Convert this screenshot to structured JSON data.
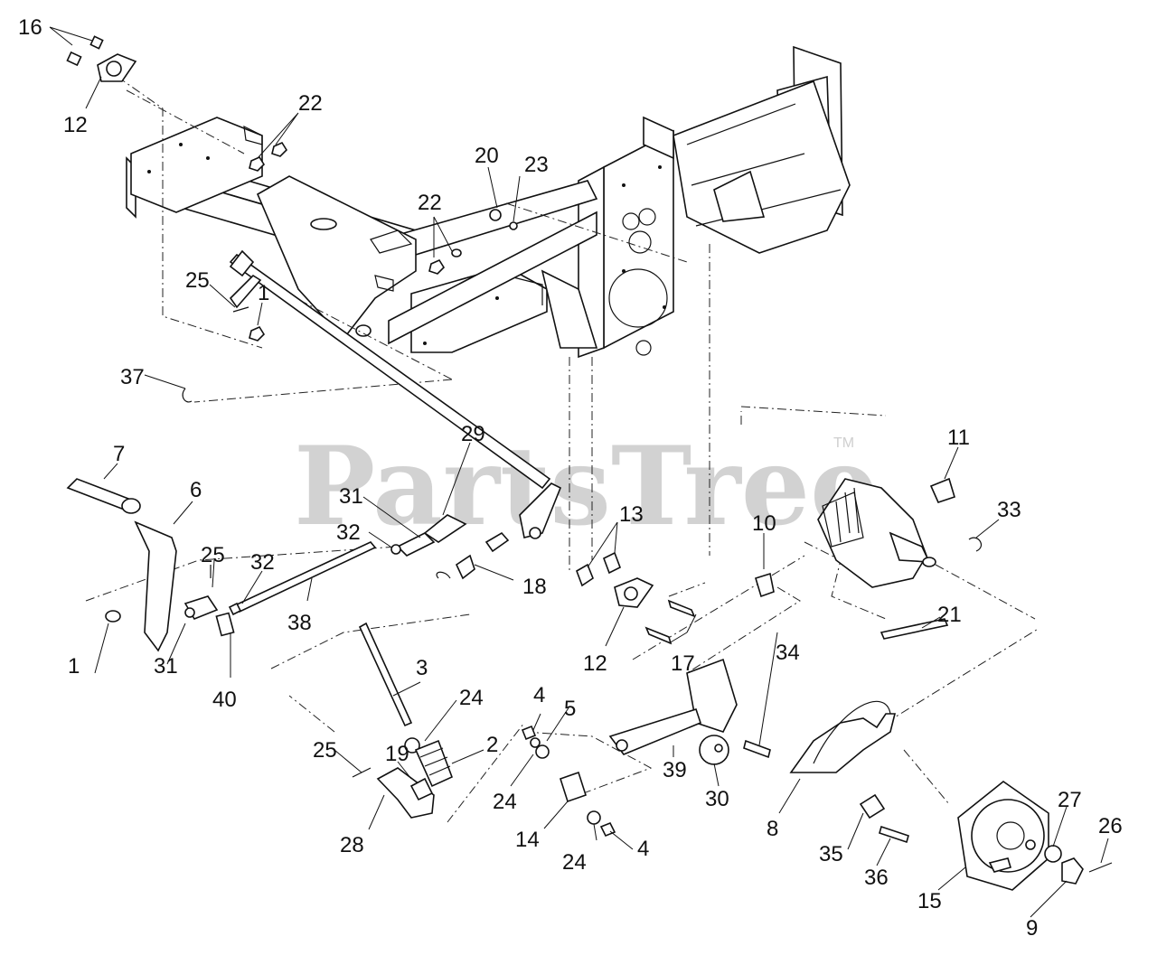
{
  "watermark": {
    "text": "PartsTree",
    "trademark": "TM"
  },
  "colors": {
    "line": "#111111",
    "watermark": "#d2d2d2",
    "background": "#ffffff"
  },
  "callouts": [
    {
      "id": "c16",
      "text": "16"
    },
    {
      "id": "c12a",
      "text": "12"
    },
    {
      "id": "c22a",
      "text": "22"
    },
    {
      "id": "c20",
      "text": "20"
    },
    {
      "id": "c23",
      "text": "23"
    },
    {
      "id": "c22b",
      "text": "22"
    },
    {
      "id": "c25a",
      "text": "25"
    },
    {
      "id": "c1a",
      "text": "1"
    },
    {
      "id": "c37",
      "text": "37"
    },
    {
      "id": "c7",
      "text": "7"
    },
    {
      "id": "c6",
      "text": "6"
    },
    {
      "id": "c29",
      "text": "29"
    },
    {
      "id": "c31a",
      "text": "31"
    },
    {
      "id": "c32a",
      "text": "32"
    },
    {
      "id": "c25b",
      "text": "25"
    },
    {
      "id": "c32b",
      "text": "32"
    },
    {
      "id": "c18",
      "text": "18"
    },
    {
      "id": "c13",
      "text": "13"
    },
    {
      "id": "c10",
      "text": "10"
    },
    {
      "id": "c11",
      "text": "11"
    },
    {
      "id": "c33",
      "text": "33"
    },
    {
      "id": "c38",
      "text": "38"
    },
    {
      "id": "c1b",
      "text": "1"
    },
    {
      "id": "c31b",
      "text": "31"
    },
    {
      "id": "c40",
      "text": "40"
    },
    {
      "id": "c12b",
      "text": "12"
    },
    {
      "id": "c17",
      "text": "17"
    },
    {
      "id": "c21",
      "text": "21"
    },
    {
      "id": "c3",
      "text": "3"
    },
    {
      "id": "c24a",
      "text": "24"
    },
    {
      "id": "c2",
      "text": "2"
    },
    {
      "id": "c4a",
      "text": "4"
    },
    {
      "id": "c5",
      "text": "5"
    },
    {
      "id": "c24b",
      "text": "24"
    },
    {
      "id": "c39",
      "text": "39"
    },
    {
      "id": "c30",
      "text": "30"
    },
    {
      "id": "c34",
      "text": "34"
    },
    {
      "id": "c25c",
      "text": "25"
    },
    {
      "id": "c19",
      "text": "19"
    },
    {
      "id": "c28",
      "text": "28"
    },
    {
      "id": "c14",
      "text": "14"
    },
    {
      "id": "c24c",
      "text": "24"
    },
    {
      "id": "c4b",
      "text": "4"
    },
    {
      "id": "c8",
      "text": "8"
    },
    {
      "id": "c35",
      "text": "35"
    },
    {
      "id": "c36",
      "text": "36"
    },
    {
      "id": "c27",
      "text": "27"
    },
    {
      "id": "c26",
      "text": "26"
    },
    {
      "id": "c15",
      "text": "15"
    },
    {
      "id": "c9",
      "text": "9"
    }
  ]
}
